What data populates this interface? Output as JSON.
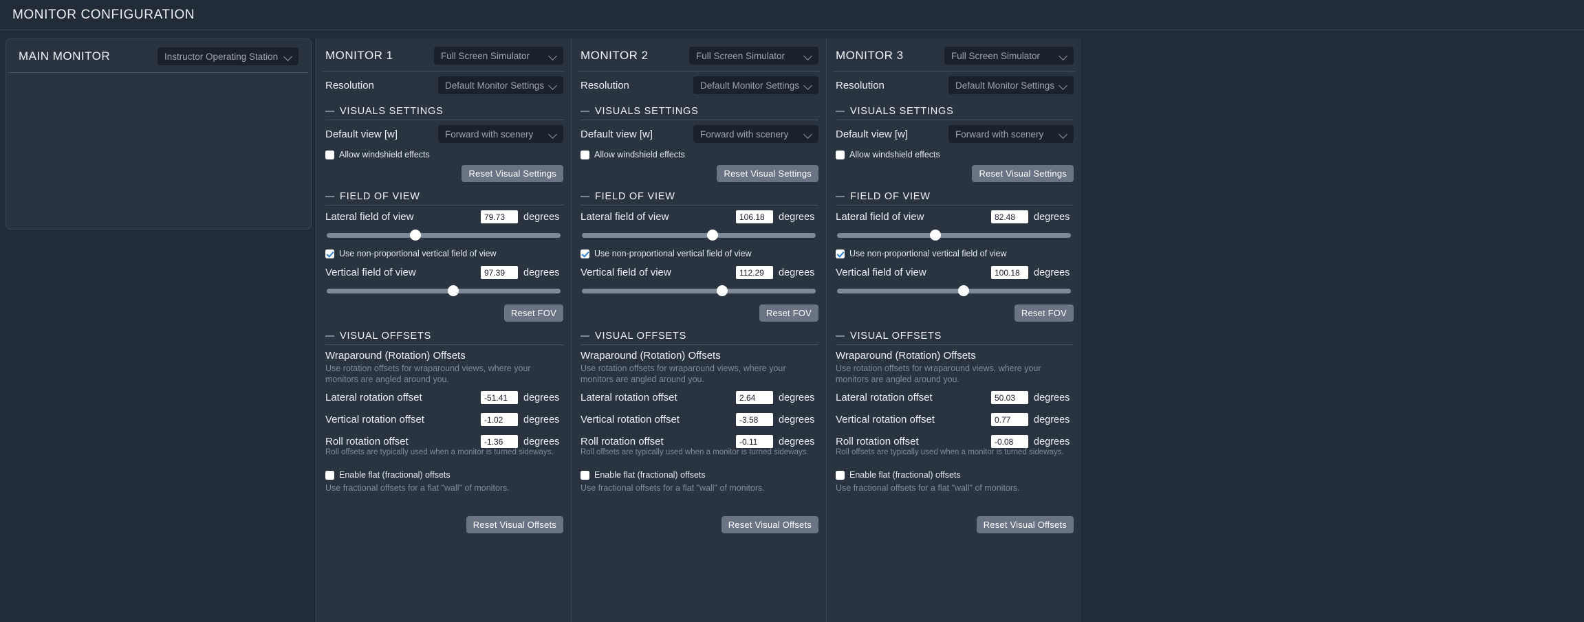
{
  "header": {
    "title": "MONITOR CONFIGURATION"
  },
  "main_monitor": {
    "title": "MAIN MONITOR",
    "assignment": "Instructor Operating Station"
  },
  "labels": {
    "resolution": "Resolution",
    "visuals_settings": "VISUALS SETTINGS",
    "default_view": "Default view [w]",
    "allow_windshield": "Allow windshield effects",
    "reset_visual_settings": "Reset Visual Settings",
    "field_of_view": "FIELD OF VIEW",
    "lateral_fov": "Lateral field of view",
    "use_nonproportional": "Use non-proportional vertical field of view",
    "vertical_fov": "Vertical field of view",
    "reset_fov": "Reset FOV",
    "visual_offsets": "VISUAL OFFSETS",
    "wraparound_title": "Wraparound (Rotation) Offsets",
    "wraparound_help": "Use rotation offsets for wraparound views, where your monitors are angled around you.",
    "lateral_rotation": "Lateral rotation offset",
    "vertical_rotation": "Vertical rotation offset",
    "roll_rotation": "Roll rotation offset",
    "roll_note": "Roll offsets are typically used when a monitor is turned sideways.",
    "enable_flat": "Enable flat (fractional) offsets",
    "flat_help": "Use fractional offsets for a flat \"wall\" of monitors.",
    "reset_visual_offsets": "Reset Visual Offsets",
    "degrees": "degrees"
  },
  "monitors": [
    {
      "title": "MONITOR 1",
      "assignment": "Full Screen Simulator",
      "resolution": "Default Monitor Settings",
      "default_view": "Forward with scenery",
      "allow_windshield_checked": false,
      "lateral_fov": "79.73",
      "lateral_fov_pct": 38,
      "use_nonproportional_checked": true,
      "vertical_fov": "97.39",
      "vertical_fov_pct": 54,
      "lateral_rotation": "-51.41",
      "vertical_rotation": "-1.02",
      "roll_rotation": "-1.36",
      "enable_flat_checked": false
    },
    {
      "title": "MONITOR 2",
      "assignment": "Full Screen Simulator",
      "resolution": "Default Monitor Settings",
      "default_view": "Forward with scenery",
      "allow_windshield_checked": false,
      "lateral_fov": "106.18",
      "lateral_fov_pct": 56,
      "use_nonproportional_checked": true,
      "vertical_fov": "112.29",
      "vertical_fov_pct": 60,
      "lateral_rotation": "2.64",
      "vertical_rotation": "-3.58",
      "roll_rotation": "-0.11",
      "enable_flat_checked": false
    },
    {
      "title": "MONITOR 3",
      "assignment": "Full Screen Simulator",
      "resolution": "Default Monitor Settings",
      "default_view": "Forward with scenery",
      "allow_windshield_checked": false,
      "lateral_fov": "82.48",
      "lateral_fov_pct": 42,
      "use_nonproportional_checked": true,
      "vertical_fov": "100.18",
      "vertical_fov_pct": 54,
      "lateral_rotation": "50.03",
      "vertical_rotation": "0.77",
      "roll_rotation": "-0.08",
      "enable_flat_checked": false
    }
  ],
  "colors": {
    "background": "#222b38",
    "panel": "#2a3441",
    "dropdown": "#1b222d",
    "button": "#6a7484",
    "accent_check": "#2d7fd4"
  }
}
